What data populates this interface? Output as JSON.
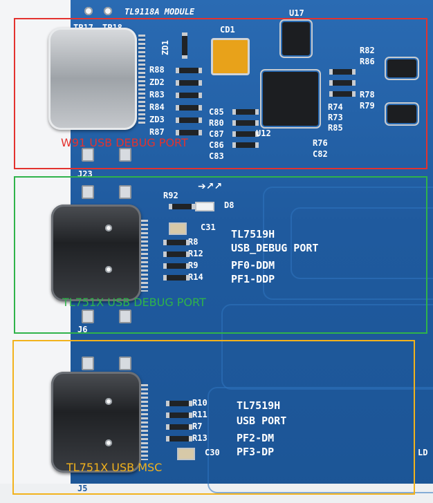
{
  "silkscreen": {
    "module_title": "TL9118A MODULE",
    "tp17": "TP17",
    "tp18": "TP18",
    "u17": "U17",
    "u12": "U12",
    "cd1": "CD1",
    "zd1": "ZD1",
    "r88": "R88",
    "zd2": "ZD2",
    "r83": "R83",
    "r84": "R84",
    "zd3": "ZD3",
    "r87": "R87",
    "c85": "C85",
    "r80": "R80",
    "c87": "C87",
    "c86": "C86",
    "c83": "C83",
    "r76": "R76",
    "c82": "C82",
    "r74": "R74",
    "r73": "R73",
    "r85": "R85",
    "r82": "R82",
    "r86": "R86",
    "r78": "R78",
    "r79": "R79",
    "j23": "J23",
    "r92": "R92",
    "d8": "D8",
    "c31": "C31",
    "r8": "R8",
    "r12": "R12",
    "r9": "R9",
    "r14": "R14",
    "j6": "J6",
    "mid_chip": "TL7519H",
    "mid_port": "USB_DEBUG PORT",
    "mid_pf0": "PF0-DDM",
    "mid_pf1": "PF1-DDP",
    "r10": "R10",
    "r11": "R11",
    "r7": "R7",
    "r13": "R13",
    "c30": "C30",
    "bot_chip": "TL7519H",
    "bot_port": "USB PORT",
    "bot_pf2": "PF2-DM",
    "bot_pf3": "PF3-DP",
    "j5": "J5",
    "ld": "LD"
  },
  "annotations": {
    "red_label": "W91 USB DEBUG PORT",
    "green_label": "TL751X USB DEBUG PORT",
    "orange_label": "TL751X USB MSC",
    "colors": {
      "red": "#e3322e",
      "green": "#2fb34a",
      "orange": "#f2b21c",
      "pcb": "#1f5a9e"
    }
  }
}
